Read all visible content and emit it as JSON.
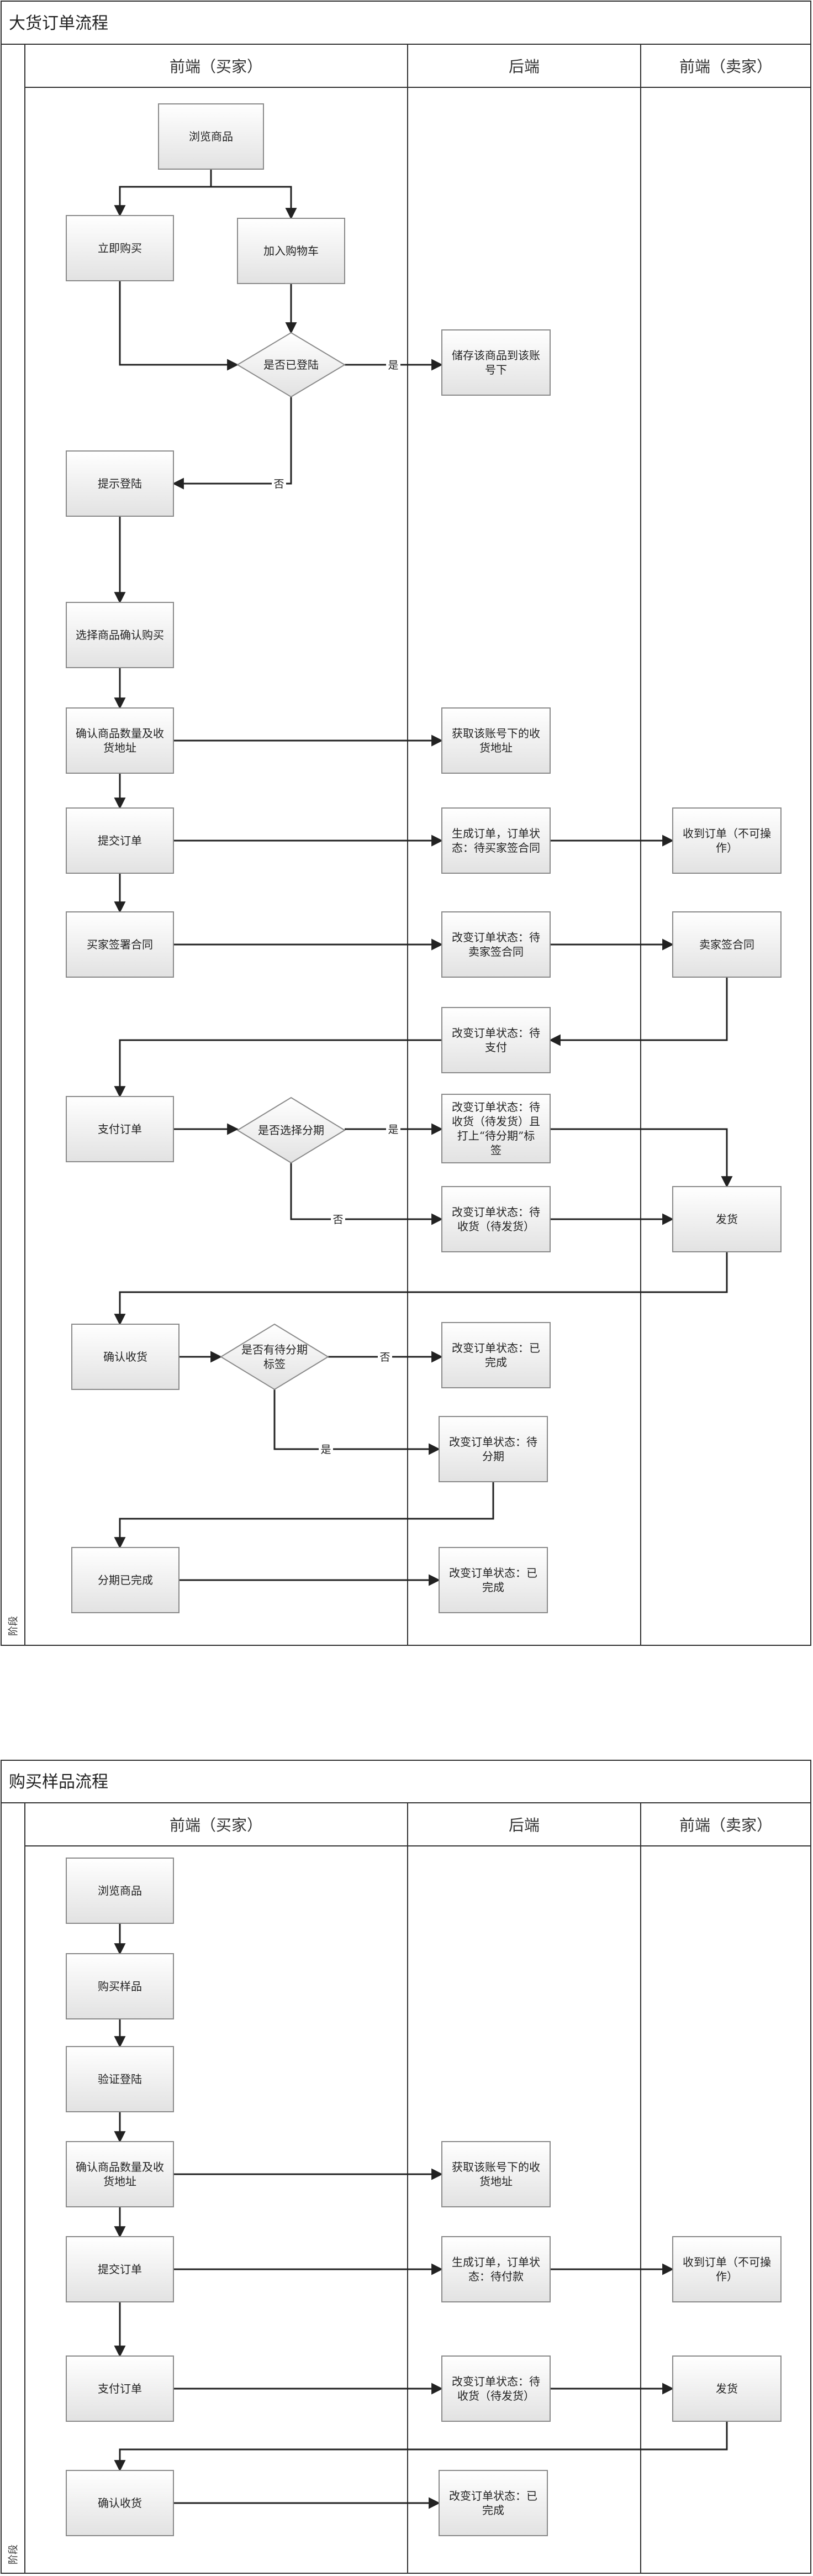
{
  "pools": [
    {
      "id": "bulk",
      "title": "大货订单流程",
      "lanes": [
        "前端（买家）",
        "后端",
        "前端（卖家）"
      ],
      "phase": "阶段",
      "nodes": [
        {
          "id": "b1",
          "shape": "rect",
          "lines": [
            "浏览商品"
          ]
        },
        {
          "id": "b2",
          "shape": "rect",
          "lines": [
            "立即购买"
          ]
        },
        {
          "id": "b3",
          "shape": "rect",
          "lines": [
            "加入购物车"
          ]
        },
        {
          "id": "b4",
          "shape": "diamond",
          "lines": [
            "是否已登陆"
          ]
        },
        {
          "id": "b5",
          "shape": "rect",
          "lines": [
            "储存该商品到该账",
            "号下"
          ]
        },
        {
          "id": "b6",
          "shape": "rect",
          "lines": [
            "提示登陆"
          ]
        },
        {
          "id": "b7",
          "shape": "rect",
          "lines": [
            "选择商品确认购买"
          ]
        },
        {
          "id": "b8",
          "shape": "rect",
          "lines": [
            "确认商品数量及收",
            "货地址"
          ]
        },
        {
          "id": "b9",
          "shape": "rect",
          "lines": [
            "获取该账号下的收",
            "货地址"
          ]
        },
        {
          "id": "b10",
          "shape": "rect",
          "lines": [
            "提交订单"
          ]
        },
        {
          "id": "b11",
          "shape": "rect",
          "lines": [
            "生成订单，订单状",
            "态：待买家签合同"
          ]
        },
        {
          "id": "b12",
          "shape": "rect",
          "lines": [
            "收到订单（不可操",
            "作）"
          ]
        },
        {
          "id": "b13",
          "shape": "rect",
          "lines": [
            "买家签署合同"
          ]
        },
        {
          "id": "b14",
          "shape": "rect",
          "lines": [
            "改变订单状态：待",
            "卖家签合同"
          ]
        },
        {
          "id": "b15",
          "shape": "rect",
          "lines": [
            "卖家签合同"
          ]
        },
        {
          "id": "b16",
          "shape": "rect",
          "lines": [
            "改变订单状态：待",
            "支付"
          ]
        },
        {
          "id": "b17",
          "shape": "rect",
          "lines": [
            "支付订单"
          ]
        },
        {
          "id": "b18",
          "shape": "diamond",
          "lines": [
            "是否选择分期"
          ]
        },
        {
          "id": "b19",
          "shape": "rect",
          "lines": [
            "改变订单状态：待",
            "收货（待发货）且",
            "打上“待分期”标",
            "签"
          ]
        },
        {
          "id": "b20",
          "shape": "rect",
          "lines": [
            "改变订单状态：待",
            "收货（待发货）"
          ]
        },
        {
          "id": "b21",
          "shape": "rect",
          "lines": [
            "发货"
          ]
        },
        {
          "id": "b22",
          "shape": "rect",
          "lines": [
            "确认收货"
          ]
        },
        {
          "id": "b23",
          "shape": "diamond",
          "lines": [
            "是否有待分期",
            "标签"
          ]
        },
        {
          "id": "b24",
          "shape": "rect",
          "lines": [
            "改变订单状态：已",
            "完成"
          ]
        },
        {
          "id": "b25",
          "shape": "rect",
          "lines": [
            "改变订单状态：待",
            "分期"
          ]
        },
        {
          "id": "b26",
          "shape": "rect",
          "lines": [
            "分期已完成"
          ]
        },
        {
          "id": "b27",
          "shape": "rect",
          "lines": [
            "改变订单状态：已",
            "完成"
          ]
        }
      ],
      "edges": [
        {
          "from": "b1",
          "to": "b2"
        },
        {
          "from": "b1",
          "to": "b3"
        },
        {
          "from": "b2",
          "to": "b4"
        },
        {
          "from": "b3",
          "to": "b4"
        },
        {
          "from": "b4",
          "to": "b5",
          "label": "是"
        },
        {
          "from": "b4",
          "to": "b6",
          "label": "否"
        },
        {
          "from": "b6",
          "to": "b7"
        },
        {
          "from": "b7",
          "to": "b8"
        },
        {
          "from": "b8",
          "to": "b9"
        },
        {
          "from": "b8",
          "to": "b10"
        },
        {
          "from": "b10",
          "to": "b11"
        },
        {
          "from": "b11",
          "to": "b12"
        },
        {
          "from": "b10",
          "to": "b13"
        },
        {
          "from": "b13",
          "to": "b14"
        },
        {
          "from": "b14",
          "to": "b15"
        },
        {
          "from": "b15",
          "to": "b16"
        },
        {
          "from": "b16",
          "to": "b17"
        },
        {
          "from": "b17",
          "to": "b18"
        },
        {
          "from": "b18",
          "to": "b19",
          "label": "是"
        },
        {
          "from": "b18",
          "to": "b20",
          "label": "否"
        },
        {
          "from": "b19",
          "to": "b21"
        },
        {
          "from": "b20",
          "to": "b21"
        },
        {
          "from": "b21",
          "to": "b22"
        },
        {
          "from": "b22",
          "to": "b23"
        },
        {
          "from": "b23",
          "to": "b24",
          "label": "否"
        },
        {
          "from": "b23",
          "to": "b25",
          "label": "是"
        },
        {
          "from": "b25",
          "to": "b26"
        },
        {
          "from": "b26",
          "to": "b27"
        }
      ]
    },
    {
      "id": "sample",
      "title": "购买样品流程",
      "lanes": [
        "前端（买家）",
        "后端",
        "前端（卖家）"
      ],
      "phase": "阶段",
      "nodes": [
        {
          "id": "s1",
          "shape": "rect",
          "lines": [
            "浏览商品"
          ]
        },
        {
          "id": "s2",
          "shape": "rect",
          "lines": [
            "购买样品"
          ]
        },
        {
          "id": "s3",
          "shape": "rect",
          "lines": [
            "验证登陆"
          ]
        },
        {
          "id": "s4",
          "shape": "rect",
          "lines": [
            "确认商品数量及收",
            "货地址"
          ]
        },
        {
          "id": "s5",
          "shape": "rect",
          "lines": [
            "获取该账号下的收",
            "货地址"
          ]
        },
        {
          "id": "s6",
          "shape": "rect",
          "lines": [
            "提交订单"
          ]
        },
        {
          "id": "s7",
          "shape": "rect",
          "lines": [
            "生成订单，订单状",
            "态：待付款"
          ]
        },
        {
          "id": "s8",
          "shape": "rect",
          "lines": [
            "收到订单（不可操",
            "作）"
          ]
        },
        {
          "id": "s9",
          "shape": "rect",
          "lines": [
            "支付订单"
          ]
        },
        {
          "id": "s10",
          "shape": "rect",
          "lines": [
            "改变订单状态：待",
            "收货（待发货）"
          ]
        },
        {
          "id": "s11",
          "shape": "rect",
          "lines": [
            "发货"
          ]
        },
        {
          "id": "s12",
          "shape": "rect",
          "lines": [
            "确认收货"
          ]
        },
        {
          "id": "s13",
          "shape": "rect",
          "lines": [
            "改变订单状态：已",
            "完成"
          ]
        }
      ],
      "edges": [
        {
          "from": "s1",
          "to": "s2"
        },
        {
          "from": "s2",
          "to": "s3"
        },
        {
          "from": "s3",
          "to": "s4"
        },
        {
          "from": "s4",
          "to": "s5"
        },
        {
          "from": "s4",
          "to": "s6"
        },
        {
          "from": "s6",
          "to": "s7"
        },
        {
          "from": "s7",
          "to": "s8"
        },
        {
          "from": "s6",
          "to": "s9"
        },
        {
          "from": "s9",
          "to": "s10"
        },
        {
          "from": "s10",
          "to": "s11"
        },
        {
          "from": "s11",
          "to": "s12"
        },
        {
          "from": "s12",
          "to": "s13"
        }
      ]
    }
  ]
}
